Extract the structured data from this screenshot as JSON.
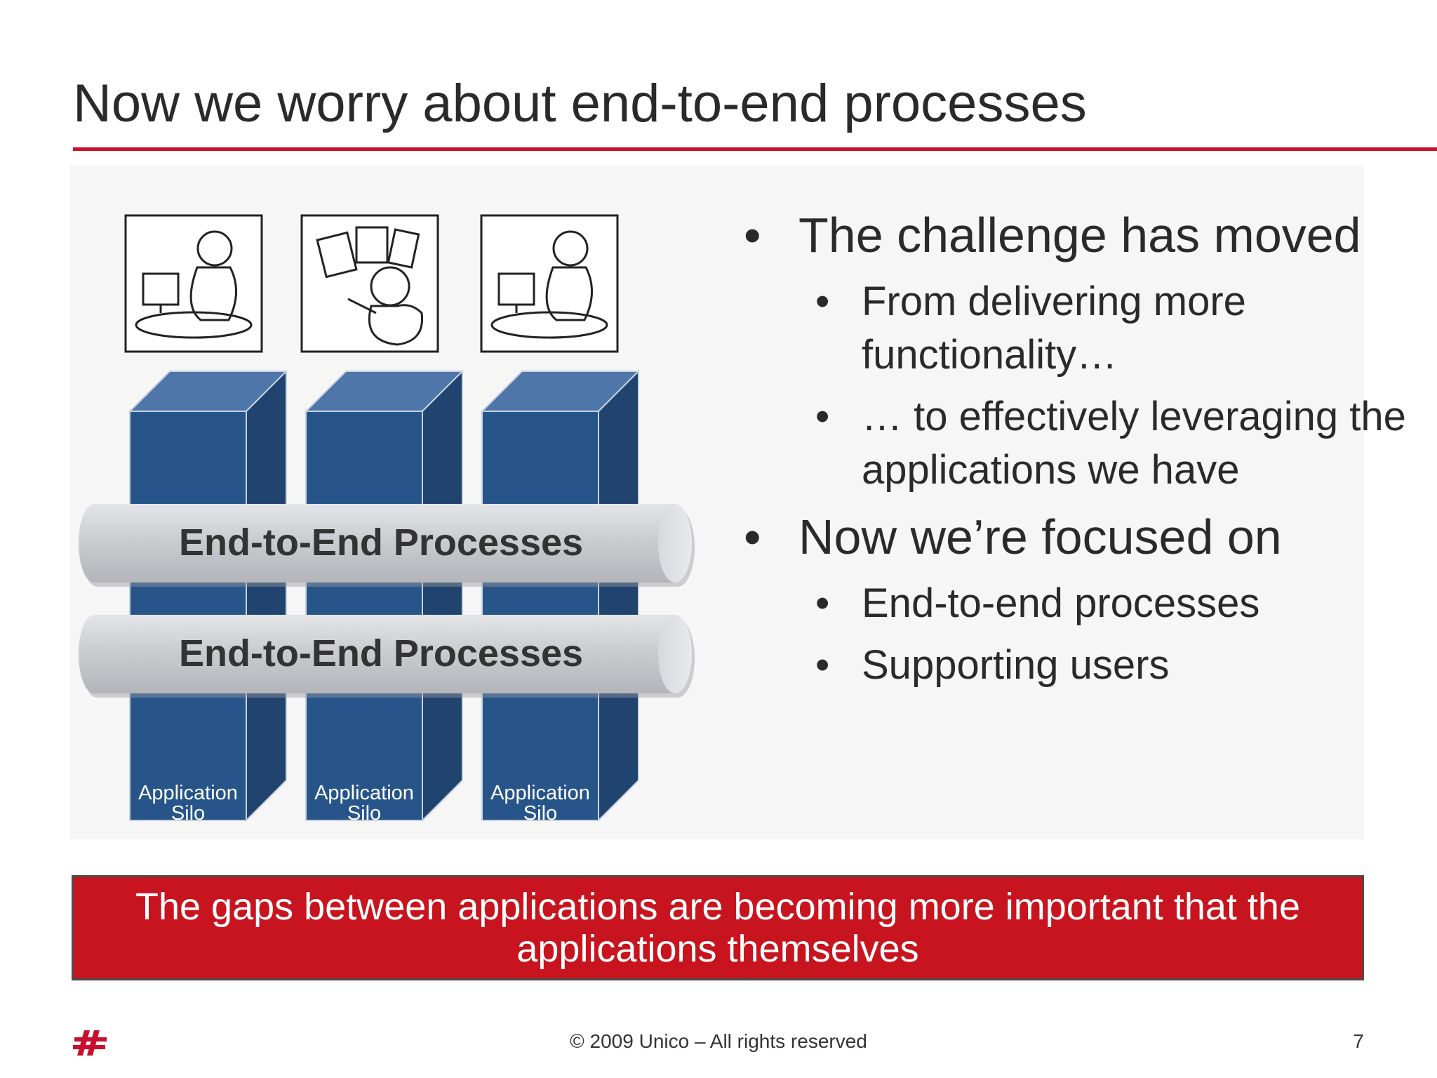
{
  "title": "Now we worry about end-to-end processes",
  "diagram": {
    "silo_label_line1": "Application",
    "silo_label_line2": "Silo",
    "pipe_label": "End-to-End Processes",
    "user_icons": [
      "user-at-computer-icon",
      "user-with-headset-and-screens-icon",
      "user-at-computer-icon"
    ]
  },
  "bullets": {
    "challenge": "The challenge has moved",
    "from": "From delivering more functionality…",
    "to": "… to effectively leveraging the applications we have",
    "focused": "Now we’re focused on",
    "processes": "End-to-end processes",
    "users": "Supporting users",
    "bullet_char": "•"
  },
  "callout": "The gaps between applications are becoming more important that the applications themselves",
  "footer": {
    "copyright": "© 2009 Unico – All rights reserved",
    "page_number": "7"
  },
  "colors": {
    "accent_red": "#c8102e",
    "silo_blue": "#26558a",
    "pipe_gray": "#c8c9cd"
  }
}
